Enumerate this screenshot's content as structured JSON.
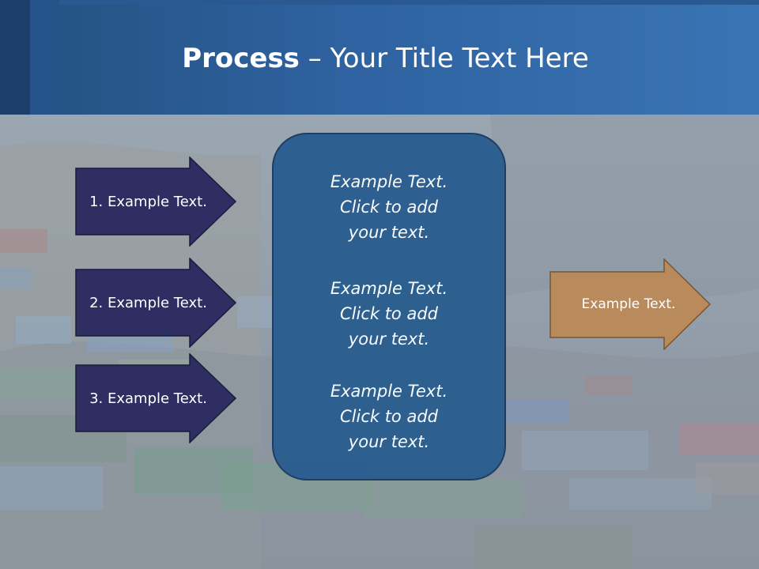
{
  "slide": {
    "title_bold": "Process",
    "title_rest": " – Your Title Text Here"
  },
  "left_arrows": [
    {
      "label": "1. Example Text."
    },
    {
      "label": "2. Example Text."
    },
    {
      "label": "3. Example Text."
    }
  ],
  "center_box": {
    "items": [
      "Example Text.\nClick  to add\nyour text.",
      "Example Text.\nClick  to add\nyour text.",
      "Example Text.\nClick  to add\nyour text."
    ]
  },
  "right_arrow": {
    "label": "Example Text."
  },
  "colors": {
    "header": "#2e62a0",
    "left_arrow_fill": "#2e2e62",
    "center_box_fill": "#2a5e8f",
    "right_arrow_fill": "#b98b5c"
  }
}
